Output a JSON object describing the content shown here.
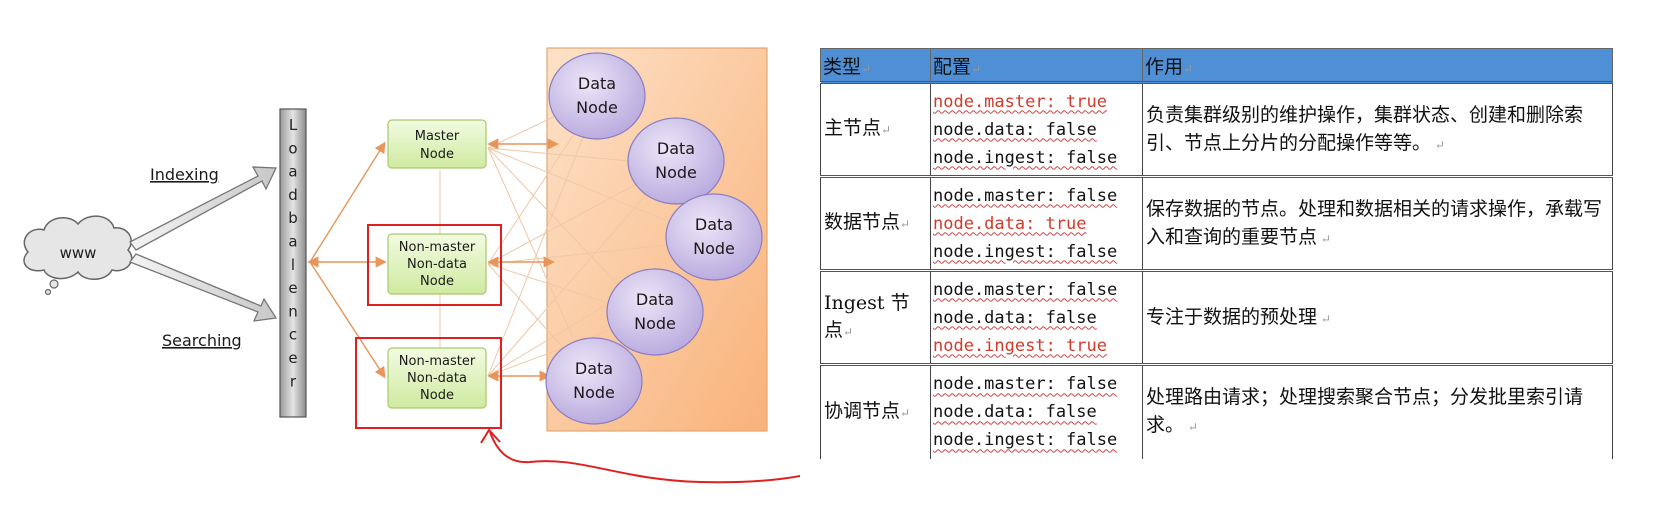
{
  "diagram": {
    "cloud_label": "www",
    "indexing_label": "Indexing",
    "searching_label": "Searching",
    "loadbalancer_letters": [
      "L",
      "o",
      "a",
      "d",
      "b",
      "a",
      "l",
      "e",
      "n",
      "c",
      "e",
      "r"
    ],
    "master_node": [
      "Master",
      "Node"
    ],
    "nonmaster_node": [
      "Non-master",
      "Non-data",
      "Node"
    ],
    "data_node": [
      "Data",
      "Node"
    ]
  },
  "table": {
    "headers": [
      "类型",
      "配置",
      "作用"
    ],
    "rows": [
      {
        "role": "主节点",
        "config": [
          {
            "text": "node.master: true",
            "highlight": true
          },
          {
            "text": "node.data: false",
            "highlight": false
          },
          {
            "text": "node.ingest: false",
            "highlight": false
          }
        ],
        "desc": "负责集群级别的维护操作，集群状态、创建和删除索引、节点上分片的分配操作等等。"
      },
      {
        "role": "数据节点",
        "config": [
          {
            "text": "node.master: false",
            "highlight": false
          },
          {
            "text": "node.data: true",
            "highlight": true
          },
          {
            "text": "node.ingest: false",
            "highlight": false
          }
        ],
        "desc": "保存数据的节点。处理和数据相关的请求操作，承载写入和查询的重要节点"
      },
      {
        "role": "Ingest 节点",
        "config": [
          {
            "text": "node.master: false",
            "highlight": false
          },
          {
            "text": "node.data: false",
            "highlight": false
          },
          {
            "text": "node.ingest: true",
            "highlight": true
          }
        ],
        "desc": "专注于数据的预处理"
      },
      {
        "role": "协调节点",
        "config": [
          {
            "text": "node.master: false",
            "highlight": false
          },
          {
            "text": "node.data: false",
            "highlight": false
          },
          {
            "text": "node.ingest: false",
            "highlight": false
          }
        ],
        "desc": "处理路由请求；处理搜索聚合节点；分发批里索引请求。"
      }
    ]
  },
  "colors": {
    "header_bg": "#4f8fd6",
    "highlight_text": "#d23a2a",
    "red_annotation": "#e02020",
    "data_cluster_bg": "#fbc79a",
    "data_node_fill": "#c9bde6",
    "small_node_fill": "#dff2b8"
  }
}
